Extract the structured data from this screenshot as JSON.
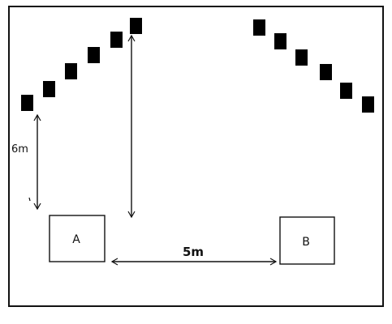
{
  "colors": {
    "ink": "#111111",
    "block": "#000000",
    "background": "#ffffff"
  },
  "labels": {
    "box_a": "A",
    "box_b": "B",
    "height": "6m",
    "distance": "5m"
  }
}
